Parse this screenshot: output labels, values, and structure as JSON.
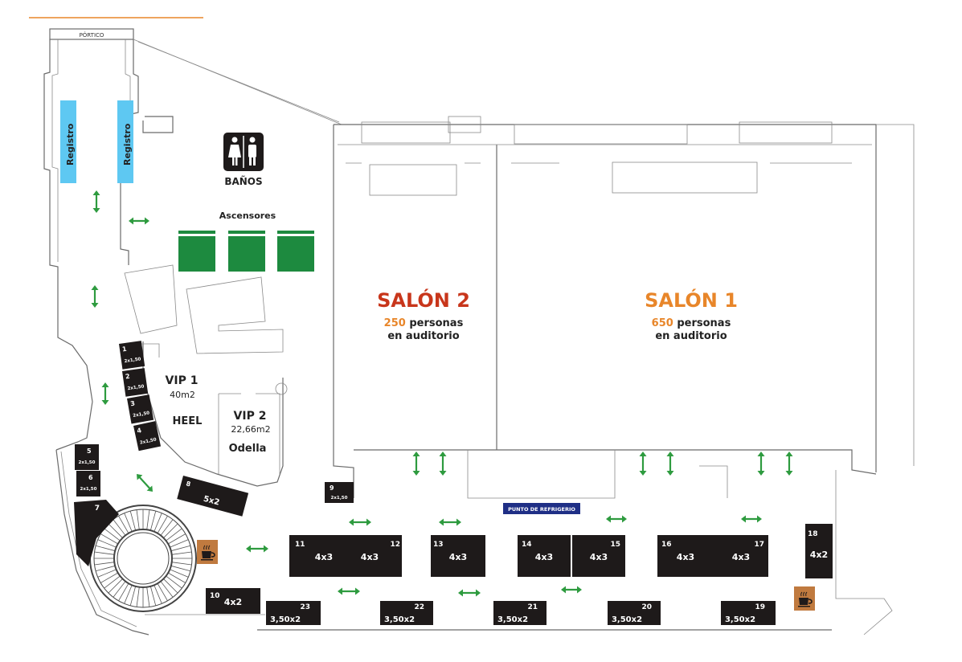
{
  "labels": {
    "portico": "PÓRTICO",
    "registro_1": "Registro",
    "registro_2": "Registro",
    "banos": "BAÑOS",
    "ascensores": "Ascensores",
    "vip1_title": "VIP 1",
    "vip1_area": "40m2",
    "vip1_sponsor": "HEEL",
    "vip2_title": "VIP 2",
    "vip2_area": "22,66m2",
    "vip2_sponsor": "Odella",
    "salon2_title": "SALÓN 2",
    "salon2_count": "250",
    "salon2_word": "personas",
    "salon2_sub": "en auditorio",
    "salon1_title": "SALÓN 1",
    "salon1_count": "650",
    "salon1_word": "personas",
    "salon1_sub": "en auditorio",
    "punto_refrigerio": "PUNTO DE REFRIGERIO"
  },
  "colors": {
    "accent_orange": "#e8862a",
    "salon2_red": "#c8361b",
    "registro_blue": "#5ec8f2",
    "elevator_green": "#1d8a3f",
    "arrow_green": "#2e9b3f",
    "booth_black": "#1e1a1a",
    "refrigerio_navy": "#1f2f86",
    "coffee_brown": "#c07a3f"
  },
  "icons": [
    "restroom-icon",
    "coffee-icon",
    "double-arrow-icon"
  ],
  "booths": [
    {
      "num": "1",
      "size": "2x1,50"
    },
    {
      "num": "2",
      "size": "2x1,50"
    },
    {
      "num": "3",
      "size": "2x1,50"
    },
    {
      "num": "4",
      "size": "2x1,50"
    },
    {
      "num": "5",
      "size": "2x1,50"
    },
    {
      "num": "6",
      "size": "2x1,50"
    },
    {
      "num": "7",
      "size": ""
    },
    {
      "num": "8",
      "size": "5x2"
    },
    {
      "num": "9",
      "size": "2x1,50"
    },
    {
      "num": "10",
      "size": "4x2"
    },
    {
      "num": "11",
      "size": "4x3"
    },
    {
      "num": "12",
      "size": "4x3"
    },
    {
      "num": "13",
      "size": "4x3"
    },
    {
      "num": "14",
      "size": "4x3"
    },
    {
      "num": "15",
      "size": "4x3"
    },
    {
      "num": "16",
      "size": "4x3"
    },
    {
      "num": "17",
      "size": "4x3"
    },
    {
      "num": "18",
      "size": "4x2"
    },
    {
      "num": "19",
      "size": "3,50x2"
    },
    {
      "num": "20",
      "size": "3,50x2"
    },
    {
      "num": "21",
      "size": "3,50x2"
    },
    {
      "num": "22",
      "size": "3,50x2"
    },
    {
      "num": "23",
      "size": "3,50x2"
    }
  ]
}
